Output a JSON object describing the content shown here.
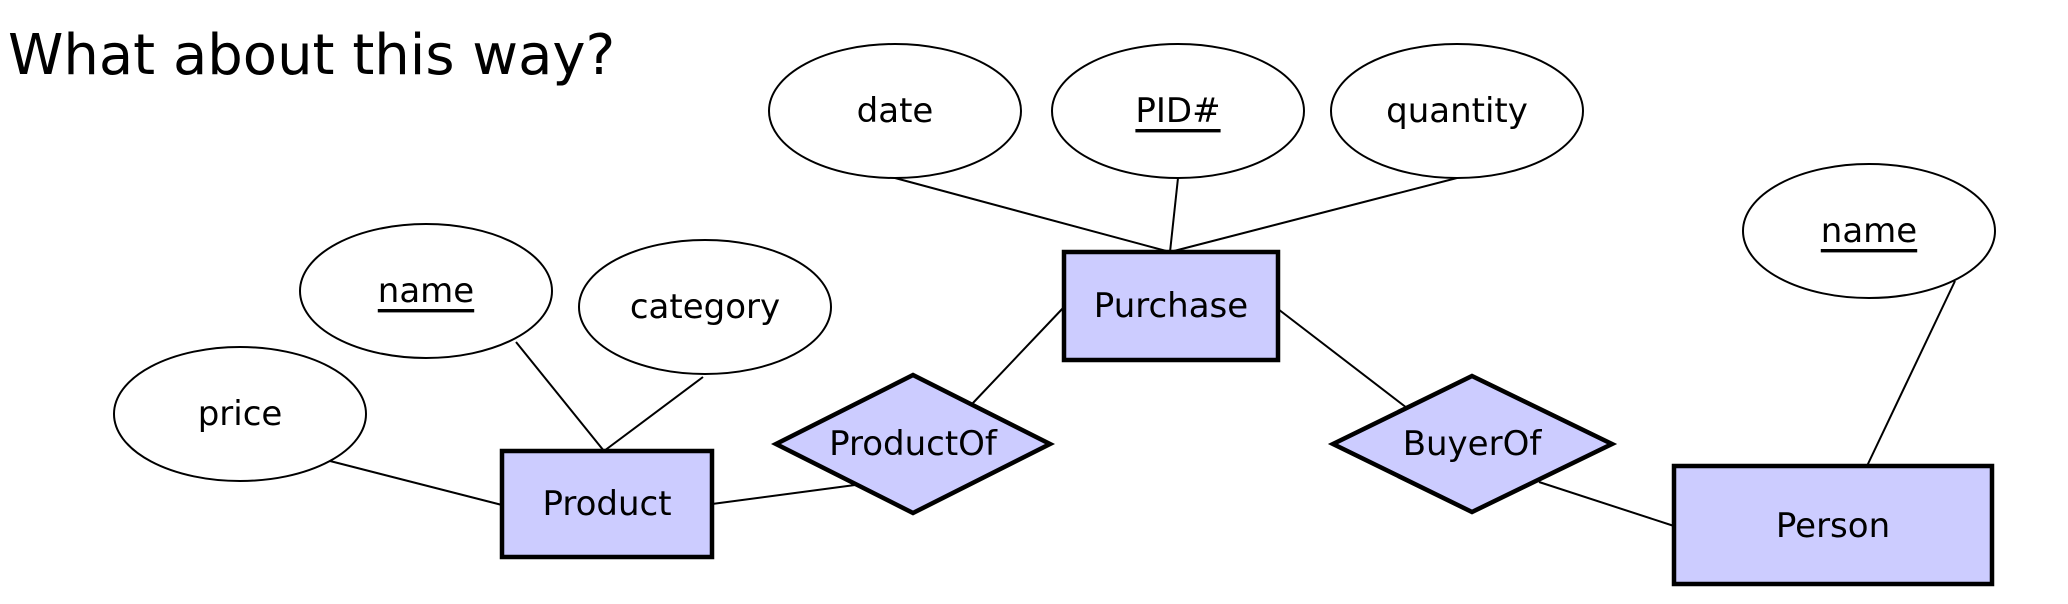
{
  "title": "What about this way?",
  "colors": {
    "entity_fill": "#ccccff",
    "relationship_fill": "#ccccff",
    "attribute_fill": "#ffffff",
    "stroke": "#000000"
  },
  "entities": {
    "product": "Product",
    "purchase": "Purchase",
    "person": "Person"
  },
  "relationships": {
    "product_of": "ProductOf",
    "buyer_of": "BuyerOf"
  },
  "attributes": {
    "price": "price",
    "product_name": "name",
    "category": "category",
    "date": "date",
    "pid": "PID#",
    "quantity": "quantity",
    "person_name": "name"
  },
  "keys": [
    "product_name",
    "pid",
    "person_name"
  ]
}
